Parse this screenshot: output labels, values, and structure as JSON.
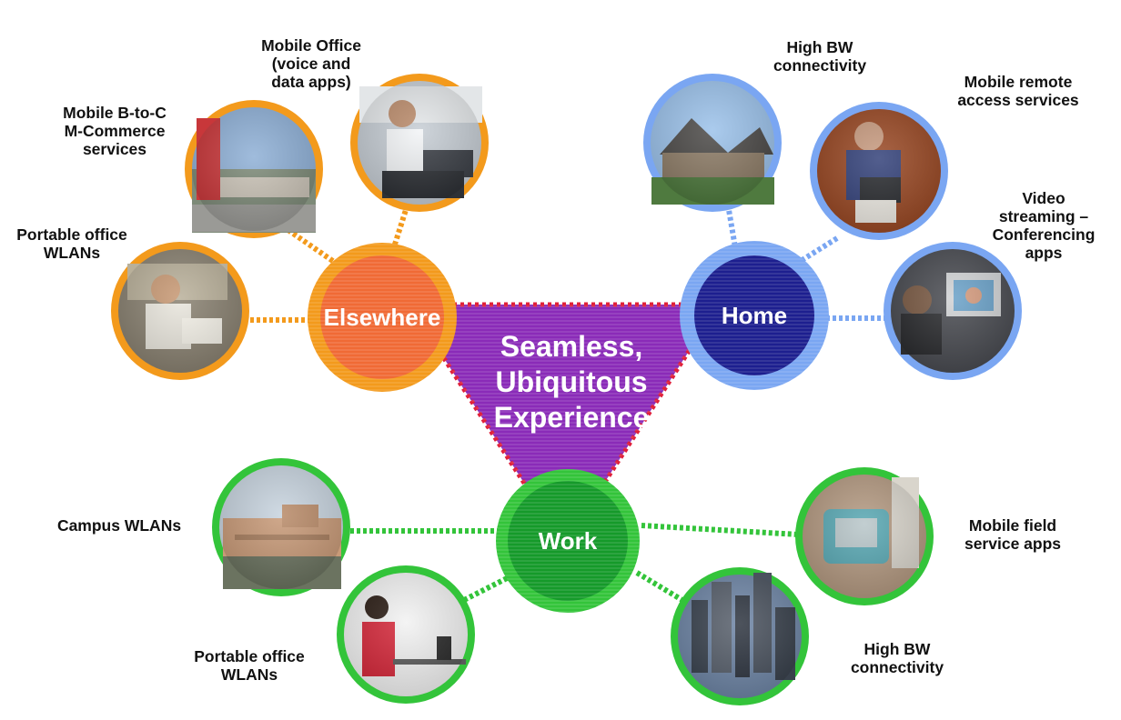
{
  "colors": {
    "elsewhere": "#f39a1c",
    "elsewhere_hub": "#f06a35",
    "home": "#7aa6f2",
    "home_hub": "#1d1f8f",
    "work": "#33c43a",
    "work_hub": "#159a2a",
    "center": "#8a2bb8",
    "center_border": "#e0203a"
  },
  "center": {
    "text": "Seamless,\nUbiquitous\nExperience"
  },
  "hubs": {
    "elsewhere": {
      "label": "Elsewhere"
    },
    "home": {
      "label": "Home"
    },
    "work": {
      "label": "Work"
    }
  },
  "nodes": {
    "portable_office_elsewhere": {
      "label": "Portable office\nWLANs",
      "icon": "person-in-car-photo"
    },
    "mobile_b2c": {
      "label": "Mobile B-to-C\nM-Commerce\nservices",
      "icon": "storefront-photo"
    },
    "mobile_office": {
      "label": "Mobile Office\n(voice and\ndata apps)",
      "icon": "businessman-laptop-photo"
    },
    "high_bw_home": {
      "label": "High BW\nconnectivity",
      "icon": "house-photo"
    },
    "mobile_remote": {
      "label": "Mobile remote\naccess services",
      "icon": "woman-on-sofa-photo"
    },
    "video_streaming": {
      "label": "Video\nstreaming –\nConferencing\napps",
      "icon": "video-conference-photo"
    },
    "campus_wlans": {
      "label": "Campus WLANs",
      "icon": "campus-building-photo"
    },
    "portable_office_work": {
      "label": "Portable office\nWLANs",
      "icon": "woman-at-desk-photo"
    },
    "mobile_field": {
      "label": "Mobile field\nservice apps",
      "icon": "handheld-device-photo"
    },
    "high_bw_work": {
      "label": "High BW\nconnectivity",
      "icon": "city-skyline-photo"
    }
  }
}
